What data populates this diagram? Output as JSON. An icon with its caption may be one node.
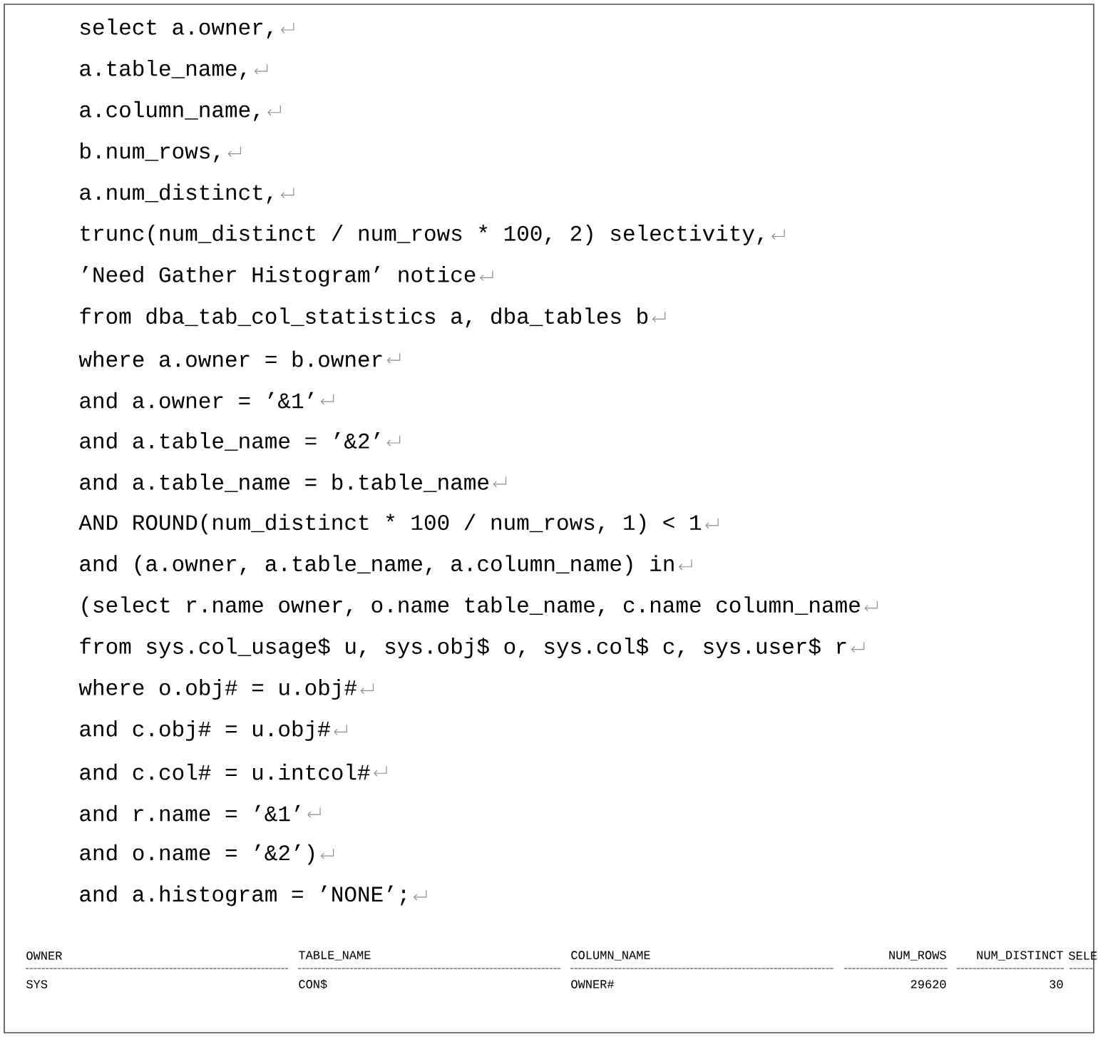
{
  "diagram": {
    "labels": [
      "select a.owner,",
      "a.table_name,",
      "a.column_name,",
      "b.num_rows,",
      "a.num_distinct,",
      "trunc(num_distinct / num_rows * 100, 2) selectivity,",
      "’Need Gather Histogram’ notice",
      "from dba_tab_col_statistics a, dba_tables b",
      "where a.owner = b.owner",
      "and a.owner = ’&1’",
      "and a.table_name = ’&2’",
      "and a.table_name = b.table_name",
      "AND ROUND(num_distinct * 100 / num_rows, 1) < 1",
      "and (a.owner, a.table_name, a.column_name) in",
      "(select r.name owner, o.name table_name, c.name column_name",
      "from sys.col_usage$ u, sys.obj$ o, sys.col$ c, sys.user$ r",
      "where o.obj# = u.obj#",
      "and c.obj# = u.obj#",
      "and c.col# = u.intcol#",
      "and r.name = ’&1’",
      "and o.name = ’&2’)",
      "and a.histogram = ’NONE’;",
      "OWNER",
      "TABLE_NAME",
      "COLUMN_NAME",
      "NUM_ROWS",
      "NUM_DISTINCT",
      "SELE",
      "SYS",
      "CON$",
      "OWNER#",
      "29620",
      "30"
    ]
  }
}
